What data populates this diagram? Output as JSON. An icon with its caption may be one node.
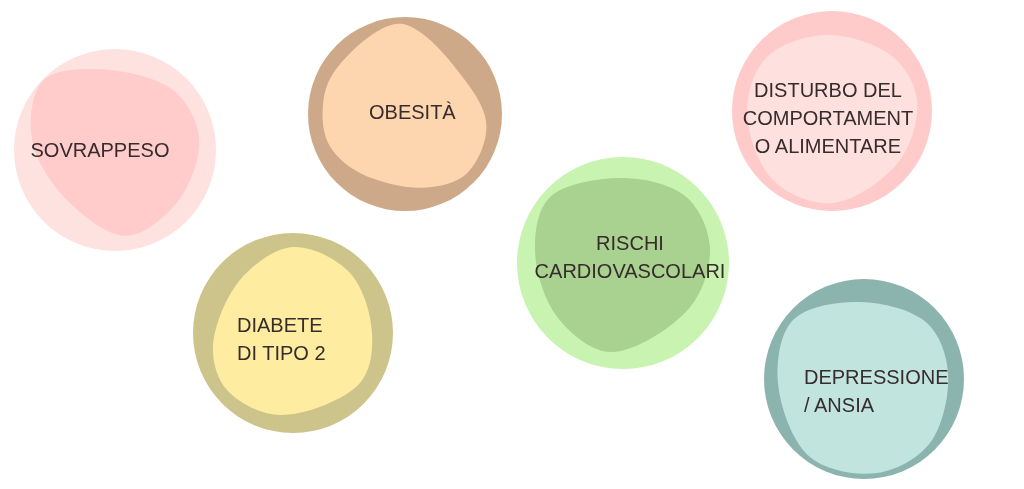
{
  "diagram": {
    "nodes": [
      {
        "text": [
          "SOVRAPPESO"
        ]
      },
      {
        "text": [
          "OBESITÀ"
        ]
      },
      {
        "text": [
          "DIABETE DI TIPO 2"
        ]
      },
      {
        "text": [
          "RISCHI CARDIOVASCOLARI"
        ]
      },
      {
        "text": [
          "DISTURBO DEL COMPORTAMENT O ALIMENTARE"
        ]
      },
      {
        "text": [
          "DEPRESSIONE / ANSIA"
        ]
      }
    ]
  }
}
